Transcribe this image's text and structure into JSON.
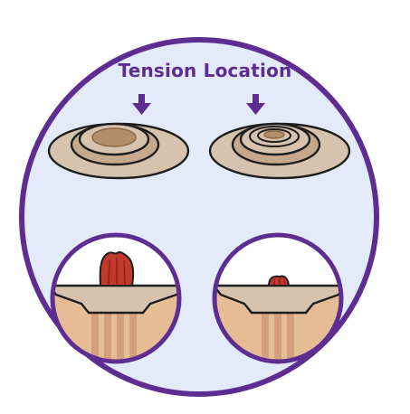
{
  "title": "Tension Location",
  "colors": {
    "outer_ring": "#5e2d91",
    "background": "#e3ebfa",
    "title": "#5e2d91",
    "arrow": "#5e2d91",
    "flange_light": "#d6c3ad",
    "flange_mid": "#c4a98c",
    "flange_center": "#b08f6a",
    "flange_center_dark": "#8a6a45",
    "outline": "#1e1e1e",
    "stoma": "#c0392b",
    "stoma_dark": "#8e2418",
    "skin": "#e5bd95",
    "skin_stripe": "#c9856d",
    "inset_bg": "#ffffff"
  },
  "panels": [
    {
      "name": "left",
      "flange_style": "deep-center",
      "stoma_state": "protruding"
    },
    {
      "name": "right",
      "flange_style": "concentric-rings",
      "stoma_state": "flush"
    }
  ]
}
